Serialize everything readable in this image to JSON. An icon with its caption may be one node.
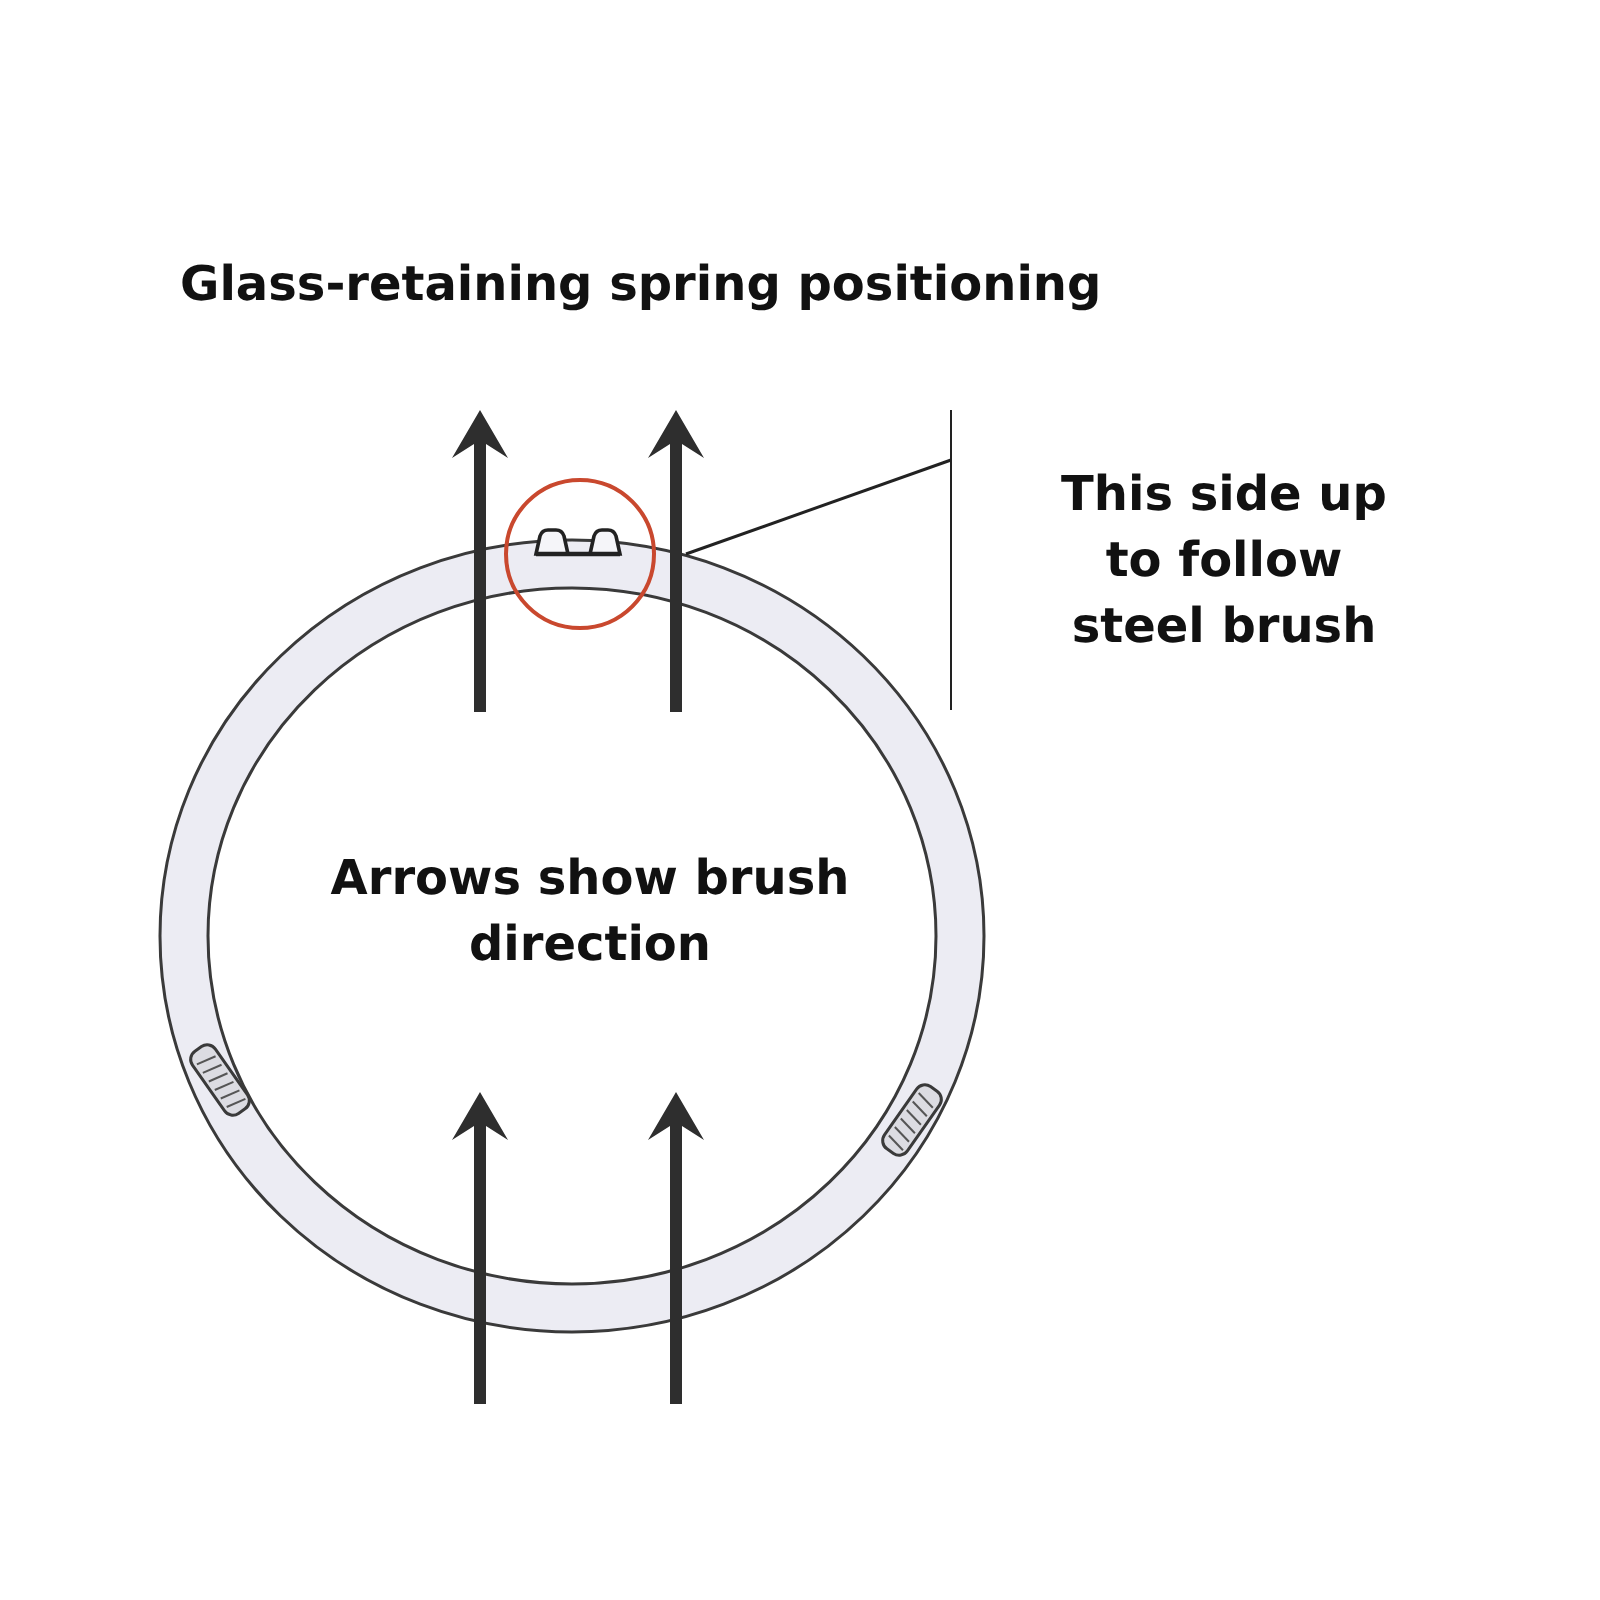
{
  "diagram": {
    "title": "Glass-retaining spring positioning",
    "nodes": [
      {
        "text": [
          "This side up to follow steel brush"
        ]
      },
      {
        "text": [],
        "shape": "picture"
      }
    ],
    "edges": [
      {
        "from": 0,
        "to": 1,
        "arrow": "none"
      }
    ],
    "labels": [
      "Arrows show brush direction"
    ]
  }
}
